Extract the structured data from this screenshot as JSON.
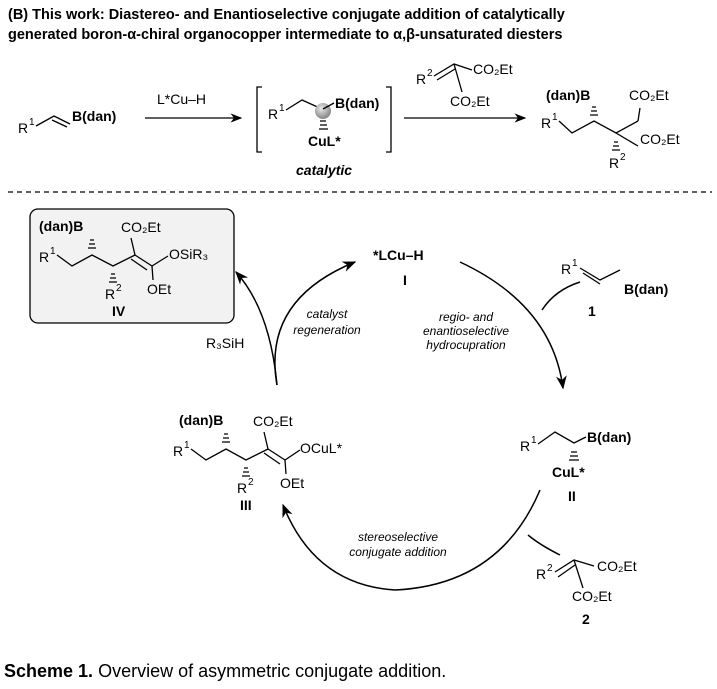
{
  "header": {
    "line1": "(B) This work: Diastereo- and Enantioselective conjugate addition of catalytically",
    "line2": "generated boron-α-chiral organocopper intermediate to α,β-unsaturated diesters"
  },
  "top": {
    "substrate_R": "R",
    "substrate_sup": "1",
    "substrate_B": "B(dan)",
    "reagent": "L*Cu–H",
    "inter_R": "R",
    "inter_sup": "1",
    "inter_B": "B(dan)",
    "inter_Cu": "CuL*",
    "catalytic": "catalytic",
    "diester_R": "R",
    "diester_sup": "2",
    "diester_ester1": "CO₂Et",
    "diester_ester2": "CO₂Et",
    "product_B": "(dan)B",
    "product_R1": "R",
    "product_R1_sup": "1",
    "product_ester1": "CO₂Et",
    "product_ester2": "CO₂Et",
    "product_R2": "R",
    "product_R2_sup": "2"
  },
  "cycle": {
    "I_label": "*LCu–H",
    "I_num": "I",
    "IV_B": "(dan)B",
    "IV_R1": "R",
    "IV_R1_sup": "1",
    "IV_ester": "CO₂Et",
    "IV_OSi": "OSiR₃",
    "IV_OEt": "OEt",
    "IV_R2": "R",
    "IV_R2_sup": "2",
    "IV_num": "IV",
    "sub1_R": "R",
    "sub1_sup": "1",
    "sub1_B": "B(dan)",
    "sub1_num": "1",
    "hydro1": "regio- and",
    "hydro2": "enantioselective",
    "hydro3": "hydrocupration",
    "regen1": "catalyst",
    "regen2": "regeneration",
    "silane": "R₃SiH",
    "II_R": "R",
    "II_sup": "1",
    "II_B": "B(dan)",
    "II_Cu": "CuL*",
    "II_num": "II",
    "III_B": "(dan)B",
    "III_R1": "R",
    "III_R1_sup": "1",
    "III_ester": "CO₂Et",
    "III_OCu": "OCuL*",
    "III_OEt": "OEt",
    "III_R2": "R",
    "III_R2_sup": "2",
    "III_num": "III",
    "conj1": "stereoselective",
    "conj2": "conjugate addition",
    "sub2_R": "R",
    "sub2_sup": "2",
    "sub2_ester1": "CO₂Et",
    "sub2_ester2": "CO₂Et",
    "sub2_num": "2"
  },
  "caption": {
    "label": "Scheme 1.",
    "text": " Overview of asymmetric conjugate addition."
  }
}
